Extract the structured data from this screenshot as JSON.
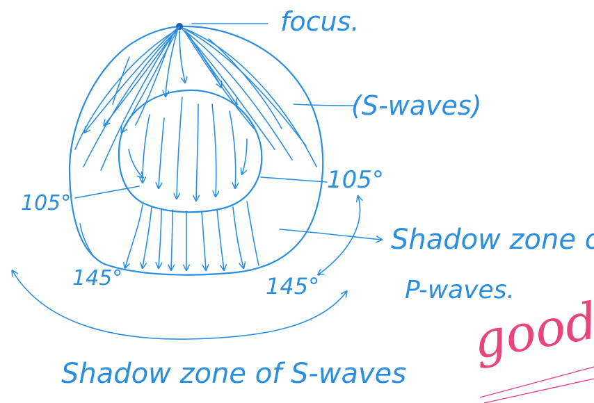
{
  "labels": {
    "focus": "focus.",
    "s_waves": "(S-waves)",
    "angle_left_upper": "105°",
    "angle_right_upper": "105°",
    "angle_left_lower": "145°",
    "angle_right_lower": "145°",
    "shadow_p_line1": "Shadow zone of",
    "shadow_p_line2": "P-waves.",
    "shadow_s": "Shadow zone of S-waves"
  },
  "teacher_note": "good",
  "colors": {
    "ink": "#2a8ee0",
    "teacher_ink": "#e8467a",
    "paper": "#ffffff"
  }
}
